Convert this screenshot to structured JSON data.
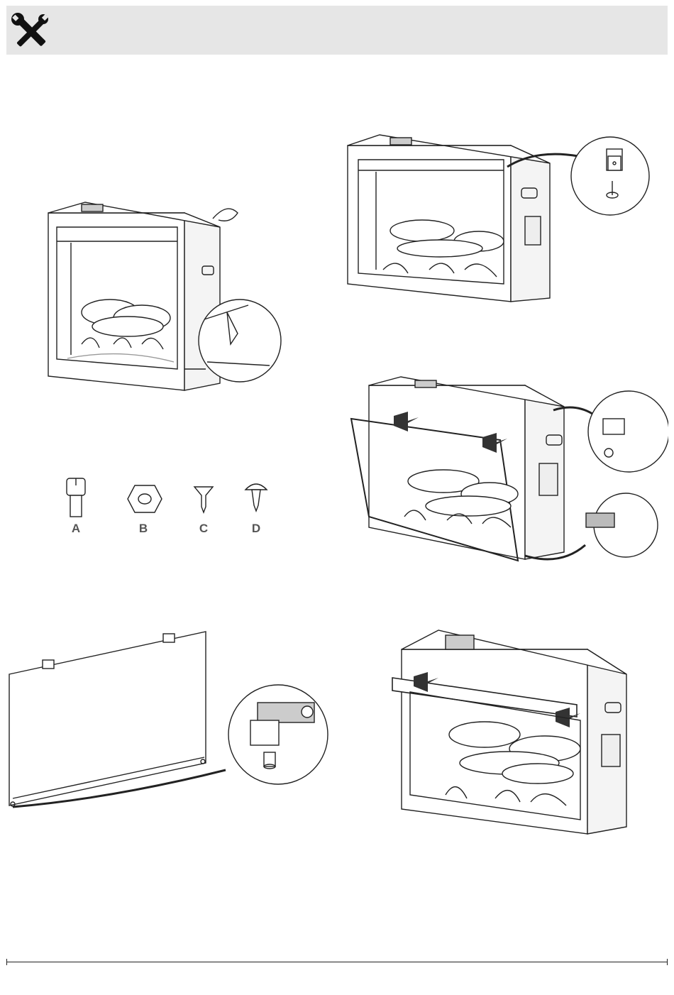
{
  "header": {
    "icon": "tools-icon",
    "band_color": "#e6e6e6"
  },
  "parts": [
    {
      "id": "A",
      "label": "A",
      "icon": "shoulder-screw-icon"
    },
    {
      "id": "B",
      "label": "B",
      "icon": "hex-nut-icon"
    },
    {
      "id": "C",
      "label": "C",
      "icon": "plastic-anchor-icon"
    },
    {
      "id": "D",
      "label": "D",
      "icon": "truss-head-screw-icon"
    }
  ],
  "figures": [
    {
      "id": "fig-unpacked-insert",
      "icon": "fireplace-insert-icon"
    },
    {
      "id": "fig-top-bracket",
      "icon": "fireplace-insert-icon"
    },
    {
      "id": "fig-glass-install",
      "icon": "fireplace-insert-icon"
    },
    {
      "id": "fig-glass-panel",
      "icon": "glass-panel-icon"
    },
    {
      "id": "fig-trim-install",
      "icon": "fireplace-insert-icon"
    }
  ],
  "colors": {
    "line": "#222222",
    "fill": "#ffffff",
    "shade": "#bdbdbd",
    "arrow": "#333333"
  }
}
